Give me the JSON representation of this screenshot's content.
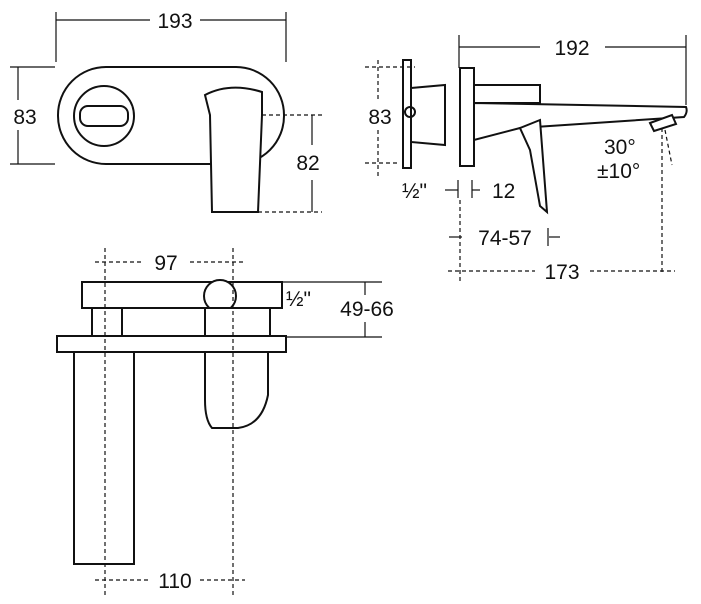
{
  "front_view": {
    "width": "193",
    "height": "83",
    "lever_height": "82"
  },
  "side_view": {
    "projection": "192",
    "height": "83",
    "thread": "½\"",
    "plate": "12",
    "spout_angle": "30°",
    "angle_tolerance": "±10°",
    "wall_depth": "74-57",
    "outlet_distance": "173"
  },
  "top_view": {
    "centres": "97",
    "thread": "½\"",
    "depth": "49-66",
    "spout_length": "110"
  }
}
